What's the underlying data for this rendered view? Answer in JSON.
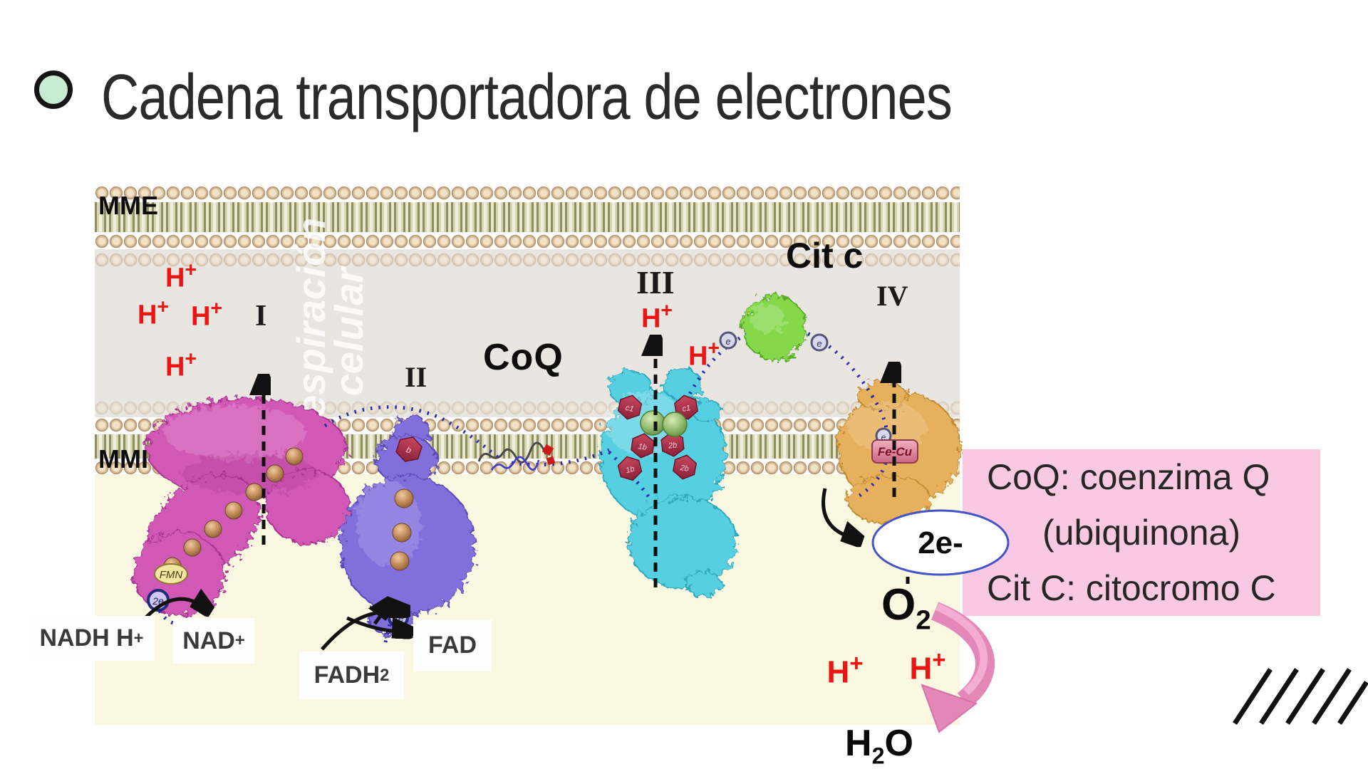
{
  "slide": {
    "title": "Cadena transportadora de electrones"
  },
  "membranes": {
    "outer": "MME",
    "inner": "MMI"
  },
  "watermark": {
    "line1": "Respiración",
    "line2": "celular"
  },
  "complexes": {
    "i": "I",
    "ii": "II",
    "iii": "III",
    "iv": "IV"
  },
  "labels": {
    "coq": "CoQ",
    "citc": "Cit c",
    "two_e_minus": "2e-",
    "fmn": "FMN",
    "fecu": "Fe-Cu",
    "two_e": "2e",
    "e": "e"
  },
  "ion": {
    "h": "H",
    "plus": "+"
  },
  "molecules": {
    "nadh": "NADH H",
    "nad": "NAD",
    "fadh": "FADH",
    "fad": "FAD",
    "h": "H",
    "o": "O",
    "two": "2"
  },
  "hexagons": {
    "c1": "c1",
    "bL1": "1b",
    "bL2": "2b",
    "bH1": "1b",
    "bH2": "2b",
    "b": "b"
  },
  "legend": {
    "line1": "CoQ: coenzima Q",
    "line2": "(ubiquinona)",
    "line3": "Cit C: citocromo C"
  },
  "colors": {
    "title-ink": "#2b2b2b",
    "bullet-fill": "#c7ecd2",
    "ims-bg": "#e9e6e1",
    "matrix-bg": "#fbf8e1",
    "red-ion": "#ee1414",
    "c1": "#d158b4",
    "c1-edge": "#a83390",
    "c2": "#8170dc",
    "c2-edge": "#5c48b8",
    "c3": "#56cfe0",
    "c3-edge": "#2fa8bc",
    "c4": "#e6b05c",
    "c4-edge": "#c08c30",
    "cytc": "#84d84a",
    "cytc-edge": "#58a82a",
    "dot-path": "#2b2bb0",
    "pink-box": "#f9c8e3",
    "pink-arrow": "#e287b8",
    "oval-edge": "#4353c8",
    "ink": "#111111",
    "gray-ink": "#3a3a3a"
  }
}
